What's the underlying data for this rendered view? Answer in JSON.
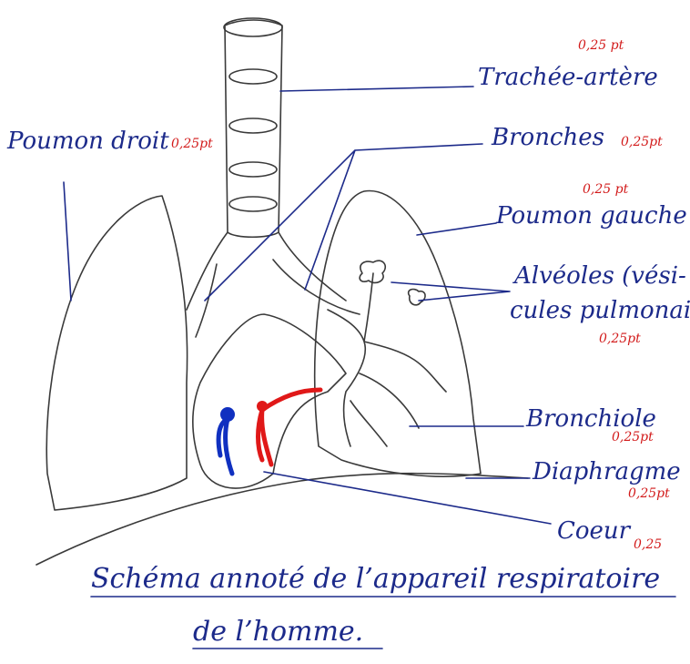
{
  "labels": {
    "trachee": "Trachée-artère",
    "bronches": "Bronches",
    "poumon_droit": "Poumon droit",
    "poumon_gauche": "Poumon gauche",
    "alveoles_1": "Alvéoles (vési-",
    "alveoles_2": "cules pulmonaire",
    "bronchiole": "Bronchiole",
    "diaphragme": "Diaphragme",
    "coeur": "Coeur"
  },
  "points": {
    "trachee": "0,25 pt",
    "bronches": "0,25pt",
    "poumon_droit": "0,25pt",
    "poumon_gauche": "0,25 pt",
    "alveoles": "0,25pt",
    "bronchiole": "0,25pt",
    "diaphragme": "0,25pt",
    "coeur": "0,25"
  },
  "title": {
    "line1": "Schéma annoté de l’appareil respiratoire",
    "line2": "de l’homme."
  },
  "colors": {
    "ink": "#1c2a8a",
    "pencil": "#3a3a3a",
    "points": "#d21a1a",
    "vessel_blue": "#1030c0",
    "vessel_red": "#e01818"
  }
}
